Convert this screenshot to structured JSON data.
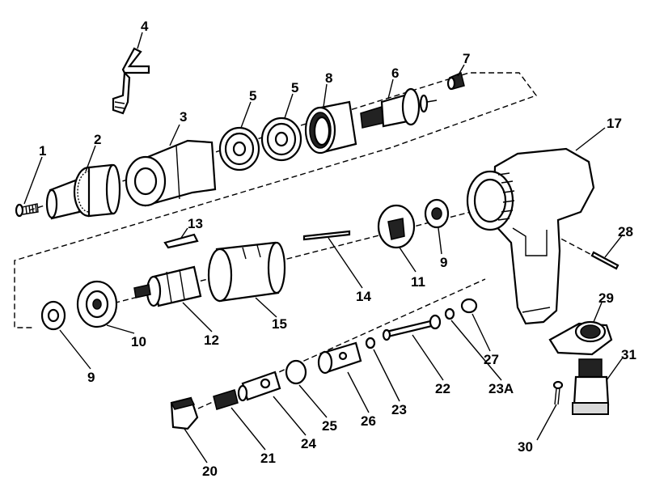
{
  "diagram": {
    "part_labels": {
      "p1": "1",
      "p2": "2",
      "p3": "3",
      "p4": "4",
      "p5a": "5",
      "p5b": "5",
      "p6": "6",
      "p7": "7",
      "p8": "8",
      "p9a": "9",
      "p9b": "9",
      "p10": "10",
      "p11": "11",
      "p12": "12",
      "p13": "13",
      "p14": "14",
      "p15": "15",
      "p17": "17",
      "p20": "20",
      "p21": "21",
      "p22": "22",
      "p23": "23",
      "p23a": "23A",
      "p24": "24",
      "p25": "25",
      "p26": "26",
      "p27": "27",
      "p28": "28",
      "p29": "29",
      "p30": "30",
      "p31": "31"
    }
  }
}
